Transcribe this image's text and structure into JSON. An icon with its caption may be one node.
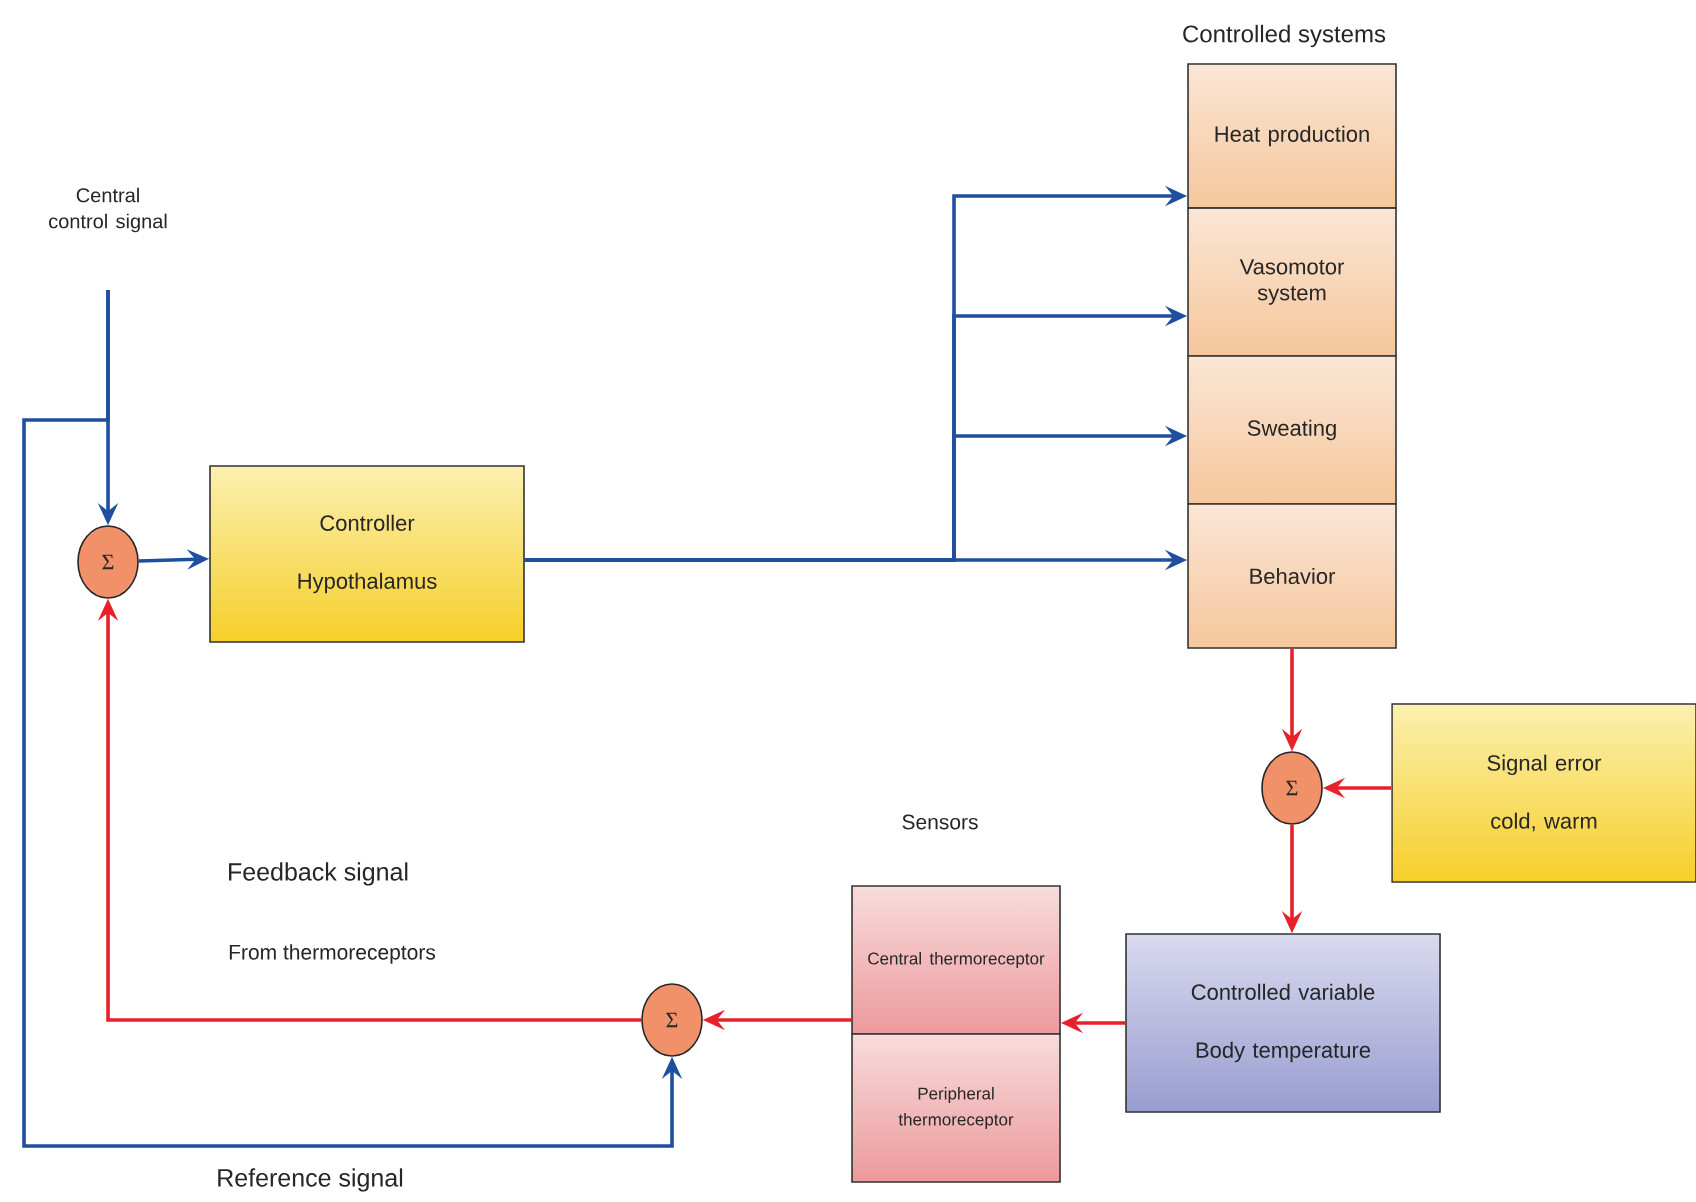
{
  "diagram": {
    "nodes": [
      {
        "text": [
          "Central control signal"
        ]
      },
      {
        "text": [
          "Σ"
        ]
      },
      {
        "text": [
          "Controller",
          "Hypothalamus"
        ]
      },
      {
        "text": [
          "Heat production"
        ]
      },
      {
        "text": [
          "Vasomotor system"
        ]
      },
      {
        "text": [
          "Sweating"
        ]
      },
      {
        "text": [
          "Behavior"
        ]
      },
      {
        "text": [
          "Σ"
        ]
      },
      {
        "text": [
          "Signal error",
          "cold, warm"
        ]
      },
      {
        "text": [
          "Controlled variable",
          "Body temperature"
        ]
      },
      {
        "text": [
          "Central thermoreceptor"
        ]
      },
      {
        "text": [
          "Peripheral thermoreceptor"
        ]
      },
      {
        "text": [
          "Σ"
        ]
      }
    ],
    "edges": [
      {
        "from": 0,
        "to": 1,
        "arrow": "to"
      },
      {
        "from": 1,
        "to": 2,
        "arrow": "to"
      },
      {
        "from": 2,
        "to": 3,
        "arrow": "to"
      },
      {
        "from": 2,
        "to": 4,
        "arrow": "to"
      },
      {
        "from": 2,
        "to": 5,
        "arrow": "to"
      },
      {
        "from": 2,
        "to": 6,
        "arrow": "to"
      },
      {
        "from": 6,
        "to": 7,
        "arrow": "to",
        "color": "#e8202a"
      },
      {
        "from": 8,
        "to": 7,
        "arrow": "to",
        "color": "#e8202a"
      },
      {
        "from": 7,
        "to": 9,
        "arrow": "to",
        "color": "#e8202a"
      },
      {
        "from": 9,
        "to": 10,
        "arrow": "to",
        "color": "#e8202a"
      },
      {
        "from": 10,
        "to": 12,
        "arrow": "to",
        "color": "#e8202a"
      },
      {
        "from": 12,
        "to": 1,
        "arrow": "to",
        "color": "#e8202a"
      },
      {
        "from": 0,
        "to": 12,
        "arrow": "to"
      }
    ],
    "labels": [
      "Controlled systems",
      "Sensors",
      "Feedback signal",
      "From thermoreceptors",
      "Reference signal"
    ]
  }
}
